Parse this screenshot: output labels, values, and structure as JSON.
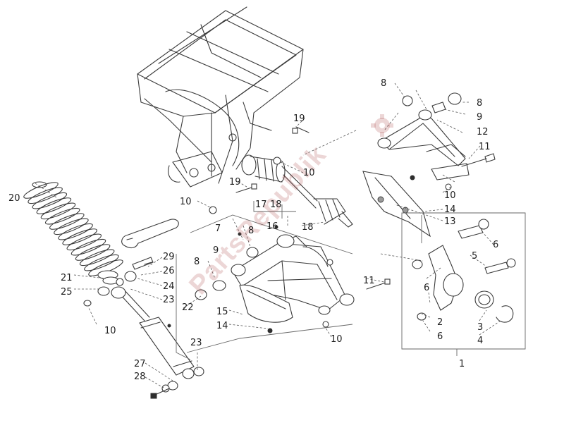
{
  "watermark": {
    "text": "PartsRepublik",
    "icon": "gear-icon"
  },
  "callouts": {
    "c1": "1",
    "c2": "2",
    "c3": "3",
    "c4": "4",
    "c5": "5",
    "c6a": "6",
    "c6b": "6",
    "c6c": "6",
    "c7": "7",
    "c8a": "8",
    "c8b": "8",
    "c8c": "8",
    "c8d": "8",
    "c9a": "9",
    "c9b": "9",
    "c10a": "10",
    "c10b": "10",
    "c10c": "10",
    "c10d": "10",
    "c10e": "10",
    "c11a": "11",
    "c11b": "11",
    "c12": "12",
    "c13": "13",
    "c14a": "14",
    "c14b": "14",
    "c15": "15",
    "c16": "16",
    "c17": "17",
    "c18a": "18",
    "c18b": "18",
    "c19a": "19",
    "c19b": "19",
    "c20": "20",
    "c21": "21",
    "c22": "22",
    "c23a": "23",
    "c23b": "23",
    "c24": "24",
    "c25": "25",
    "c26": "26",
    "c27": "27",
    "c28": "28",
    "c29": "29"
  }
}
